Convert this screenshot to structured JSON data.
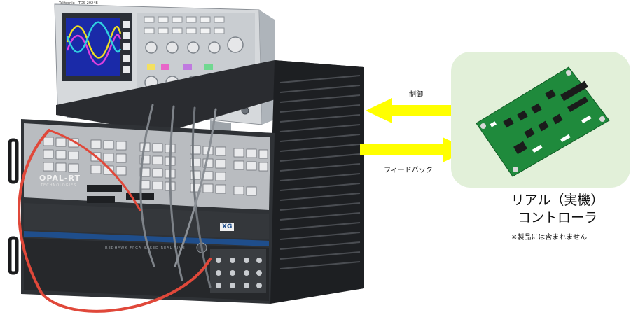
{
  "scope": {
    "brand": "Tektronix",
    "model": "TDS 2024B"
  },
  "simulator": {
    "brand_line1": "OPAL-RT",
    "brand_line2": "TECHNOLOGIES",
    "badge": "XG",
    "bottom_text": "REDHAWK FPGA-BASED REAL-TIME"
  },
  "arrows": {
    "control_label": "制御",
    "feedback_label": "フィードバック",
    "color": "#ffff00"
  },
  "controller": {
    "title_line1": "リアル（実機）",
    "title_line2": "コントローラ",
    "note": "※製品には含まれません",
    "panel_color": "#e2f0d9",
    "board_color": "#1f8a3c"
  }
}
